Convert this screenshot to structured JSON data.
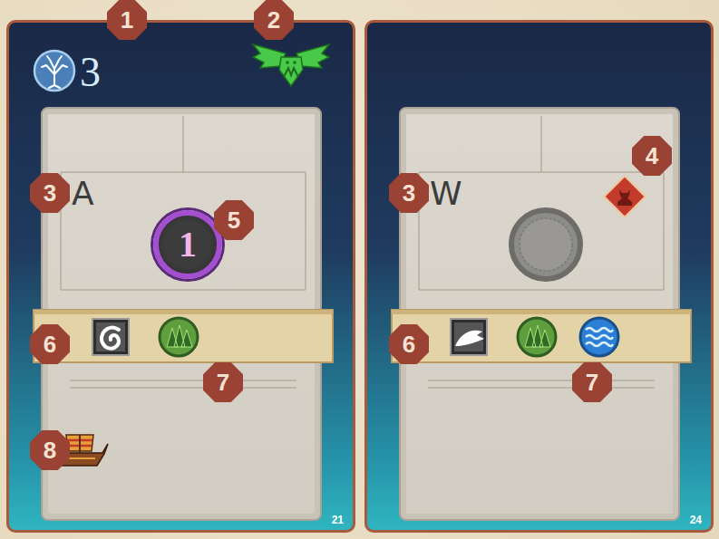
{
  "diagram": {
    "nodes": [
      {
        "text": [
          "3",
          "21"
        ]
      },
      {
        "text": [
          "A"
        ],
        "in": 0
      },
      {
        "text": [
          "1"
        ],
        "in": 1
      },
      {
        "text": [
          "24"
        ]
      },
      {
        "text": [
          "W"
        ],
        "in": 3
      }
    ],
    "labels": [
      "1",
      "2",
      "3",
      "5",
      "6",
      "7",
      "8",
      "3",
      "4",
      "6",
      "7"
    ]
  }
}
